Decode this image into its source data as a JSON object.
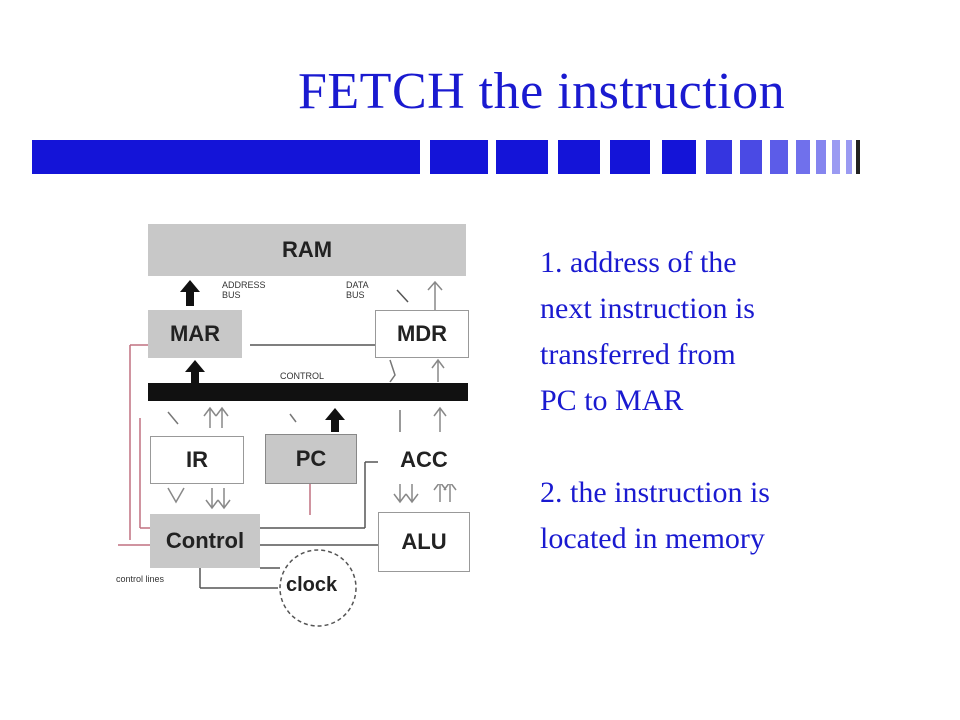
{
  "slide": {
    "title": "FETCH the instruction",
    "accent_color": "#1a1ad0"
  },
  "diagram": {
    "ram_label": "RAM",
    "mar_label": "MAR",
    "mdr_label": "MDR",
    "ir_label": "IR",
    "pc_label": "PC",
    "acc_label": "ACC",
    "control_label": "Control",
    "alu_label": "ALU",
    "clock_label": "clock",
    "address_bus_label": [
      "ADDRESS",
      "BUS"
    ],
    "data_bus_label": [
      "DATA",
      "BUS"
    ],
    "control_bus_label": "CONTROL",
    "control_lines_label": "control lines"
  },
  "steps": [
    {
      "lines": [
        "1.  address of the",
        "next instruction is",
        "transferred from",
        "PC to MAR"
      ]
    },
    {
      "lines": [
        "2.  the instruction is",
        "located in memory"
      ]
    }
  ]
}
